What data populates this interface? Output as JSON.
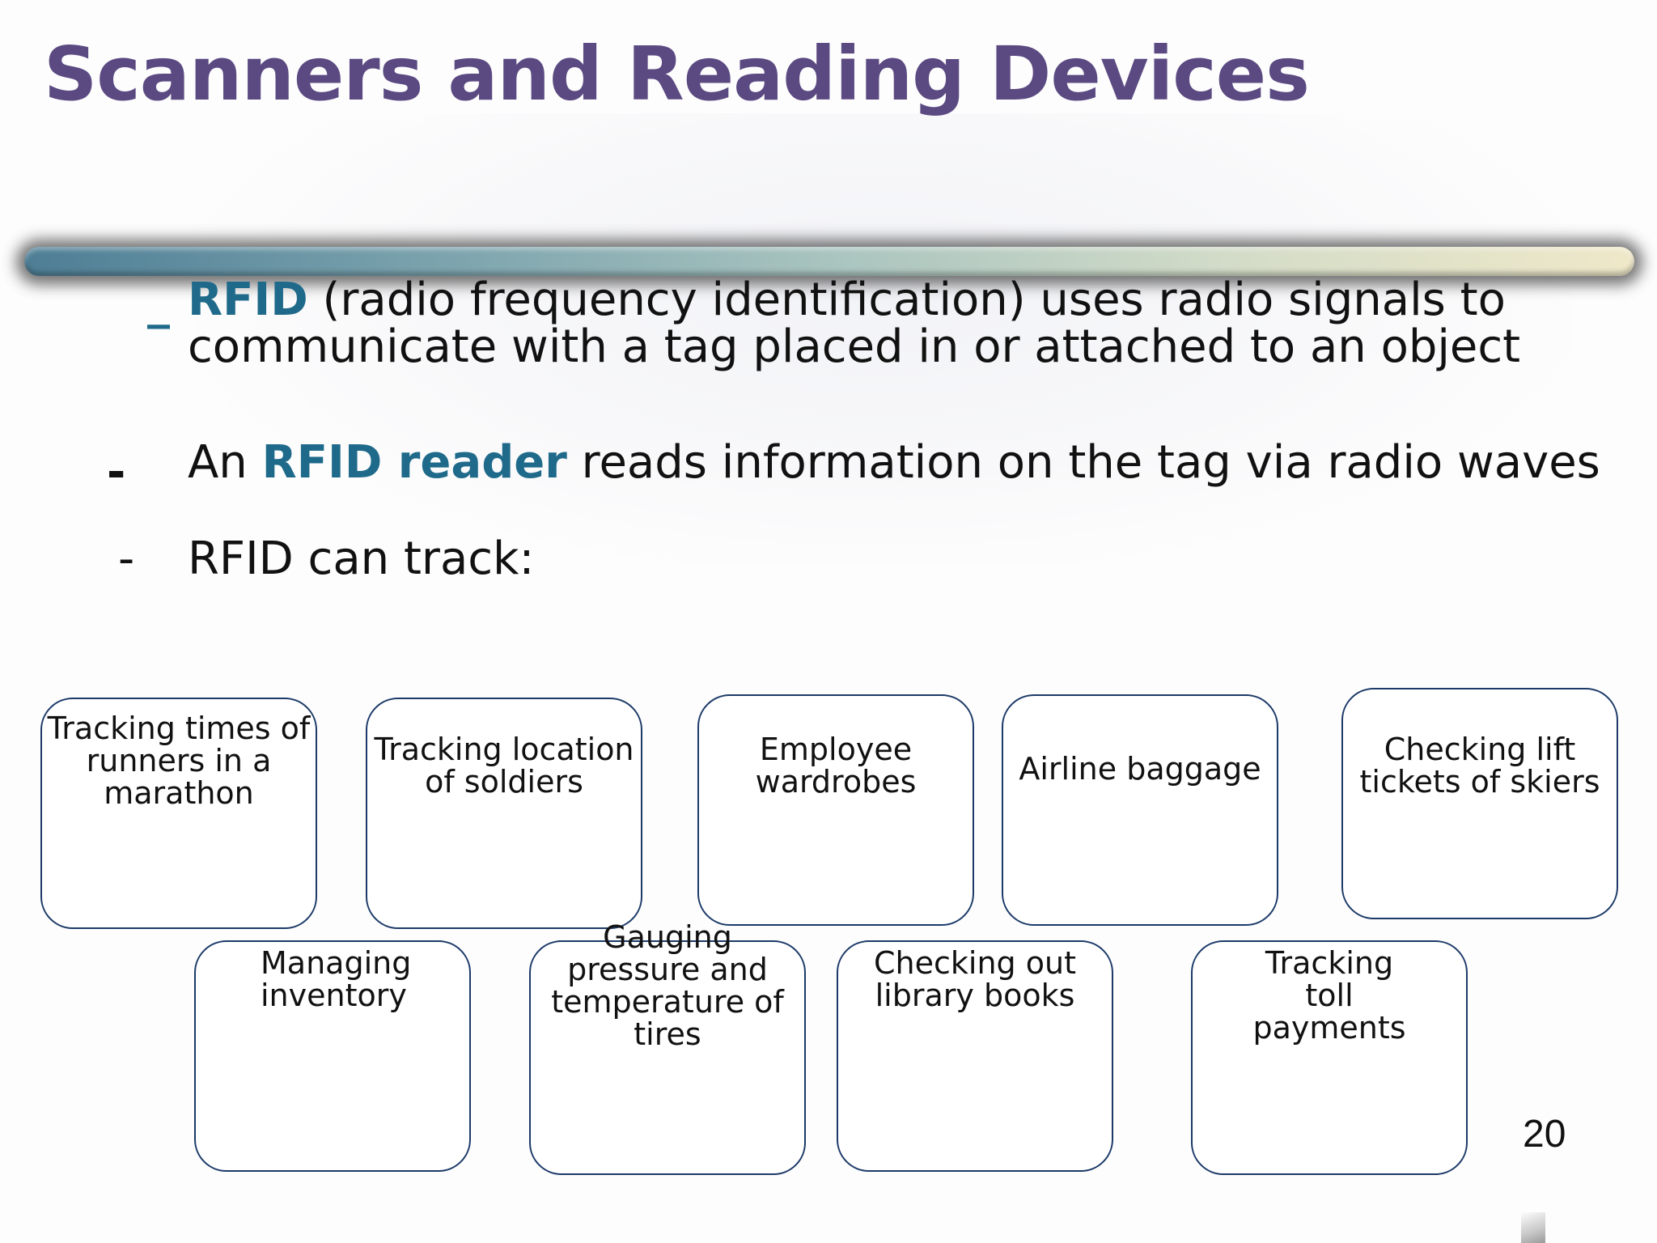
{
  "slide": {
    "title": "Scanners and Reading Devices",
    "bullets": [
      {
        "dash": "_",
        "highlight": "RFID",
        "line1_rest": " (radio frequency identification) uses radio signals to",
        "line2": "communicate with a tag placed in or attached to an object"
      },
      {
        "dash": "-",
        "pre": "An ",
        "highlight": "RFID reader",
        "rest": " reads information on the tag via radio waves"
      },
      {
        "dash": "-",
        "text": "RFID can track:"
      }
    ],
    "uses": [
      "Tracking times of runners in a marathon",
      "Tracking location of soldiers",
      "Employee wardrobes",
      "Airline baggage",
      "Checking lift tickets of skiers",
      "Managing inventory",
      "Gauging pressure and temperature of tires",
      "Checking out library books",
      "Tracking toll payments"
    ],
    "page_number": "20",
    "colors": {
      "title": "#5b4a82",
      "highlight": "#1f6a8a",
      "box_border": "#1c3a68"
    }
  }
}
